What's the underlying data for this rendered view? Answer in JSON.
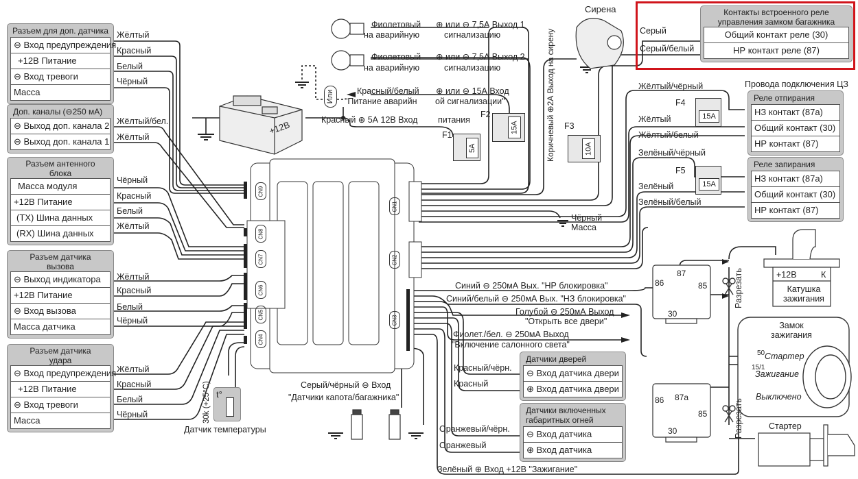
{
  "left_boxes": {
    "extra_sensor": {
      "title": "Разъем для доп. датчика",
      "rows": [
        "⊖ Вход предупреждения",
        "+12В Питание",
        "⊖ Вход тревоги",
        "Масса"
      ],
      "wires": [
        "Жёлтый",
        "Красный",
        "Белый",
        "Чёрный"
      ]
    },
    "extra_channels": {
      "title": "Доп. каналы (⊖250 мА)",
      "rows": [
        "⊖ Выход доп. канала 2",
        "⊖ Выход доп. канала 1"
      ],
      "wires": [
        "Жёлтый/бел.",
        "Жёлтый"
      ]
    },
    "antenna": {
      "title": "Разъем антенного блока",
      "rows": [
        "Масса модуля",
        "+12В Питание",
        "(TX) Шина данных",
        "(RX) Шина данных"
      ],
      "wires": [
        "Чёрный",
        "Красный",
        "Белый",
        "Жёлтый"
      ]
    },
    "call_sensor": {
      "title": "Разъем датчика вызова",
      "rows": [
        "⊖ Выход индикатора",
        "+12В Питание",
        "⊖ Вход вызова",
        "Масса датчика"
      ],
      "wires": [
        "Жёлтый",
        "Красный",
        "Белый",
        "Чёрный"
      ]
    },
    "shock_sensor": {
      "title": "Разъем датчика удара",
      "rows": [
        "⊖ Вход предупреждения",
        "+12В Питание",
        "⊖ Вход тревоги",
        "Масса"
      ],
      "wires": [
        "Жёлтый",
        "Красный",
        "Белый",
        "Чёрный"
      ]
    }
  },
  "temp_sensor": {
    "label": "Датчик температуры",
    "value": "30k (+25°C)",
    "symbol": "t°"
  },
  "top": {
    "hazard1": {
      "wire": "Фиолетовый",
      "wire2": "на аварийную",
      "desc": "⊕ или ⊖ 7,5А Выход 1",
      "desc2": "сигнализацию"
    },
    "hazard2": {
      "wire": "Фиолетовый",
      "wire2": "на аварийную",
      "desc": "⊕ или ⊖ 7,5А Выход 2",
      "desc2": "сигнализацию"
    },
    "hazard_input": {
      "wire": "Красный/белый",
      "desc": "⊕ или ⊖ 15А Вход",
      "desc2a": "\"Питание аварийн",
      "desc2b": "ой сигнализации\""
    },
    "power": {
      "wire": "Красный ⊕ 5А 12В Вход",
      "desc": "питания"
    },
    "or_label": "Или",
    "battery": "+12В",
    "siren": "Сирена",
    "siren_wire": "Коричневый ⊕2А Выход на сирену"
  },
  "fuses": {
    "f1": {
      "name": "F1",
      "rating": "5А"
    },
    "f2": {
      "name": "F2",
      "rating": "15А"
    },
    "f3": {
      "name": "F3",
      "rating": "10А"
    },
    "f4": {
      "name": "F4",
      "rating": "15А"
    },
    "f5": {
      "name": "F5",
      "rating": "15А"
    }
  },
  "connectors": [
    "CN9",
    "CN8",
    "CN7",
    "CN6",
    "CN5",
    "CN4",
    "CN1",
    "CN2",
    "CN3"
  ],
  "trunk_relay": {
    "title": "Контакты встроенного реле управления замком багажника",
    "rows": [
      "Общий контакт реле (30)",
      "НР контакт реле (87)"
    ],
    "wires": [
      "Серый",
      "Серый/белый"
    ]
  },
  "central_lock": {
    "label": "Провода подключения ЦЗ",
    "unlock": {
      "title": "Реле отпирания",
      "rows": [
        "НЗ контакт (87а)",
        "Общий контакт (30)",
        "НР контакт (87)"
      ],
      "wires": [
        "Жёлтый/чёрный",
        "Жёлтый",
        "Жёлтый/белый"
      ]
    },
    "lock": {
      "title": "Реле запирания",
      "rows": [
        "НЗ контакт (87а)",
        "Общий контакт (30)",
        "НР контакт (87)"
      ],
      "wires": [
        "Зелёный/чёрный",
        "Зелёный",
        "Зелёный/белый"
      ]
    }
  },
  "ground": {
    "wire": "Чёрный",
    "label": "Масса"
  },
  "outputs": {
    "no_block": "Синий ⊖ 250мА Вых. \"НР блокировка\"",
    "nc_block": "Синий/белый ⊖ 250мА Вых. \"НЗ блокировка\"",
    "unlock_all": "Голубой ⊖ 250мА Выход",
    "unlock_all2": "\"Открыть все двери\"",
    "courtesy": "Фиолет./бел. ⊖ 250мА Выход",
    "courtesy2": "\"Включение салонного света\""
  },
  "door_sensors": {
    "title": "Датчики дверей",
    "rows": [
      "⊖ Вход датчика двери",
      "⊕ Вход датчика двери"
    ],
    "wires": [
      "Красный/чёрн.",
      "Красный"
    ]
  },
  "parking_lights": {
    "title": "Датчики включенных габаритных огней",
    "rows": [
      "⊖ Вход датчика",
      "⊕ Вход датчика"
    ],
    "wires": [
      "Оранжевый/чёрн.",
      "Оранжевый"
    ]
  },
  "hood_trunk": {
    "line1": "Серый/чёрный ⊖ Вход",
    "line2": "\"Датчики капота/багажника\""
  },
  "ignition": "Зелёный ⊕ Вход +12В \"Зажигание\"",
  "relay1": {
    "pins": [
      "86",
      "87",
      "85",
      "30"
    ]
  },
  "relay2": {
    "pins": [
      "86",
      "87а",
      "85",
      "30"
    ]
  },
  "cut_label": "Разрезать",
  "coil": {
    "plus": "+12В",
    "k": "К",
    "name": "Катушка зажигания"
  },
  "ign_lock": {
    "title": "Замок зажигания",
    "pin50": "50",
    "pin15": "15/1",
    "starter": "Стартер",
    "ignition": "Зажигание",
    "off": "Выключено"
  },
  "starter": "Стартер"
}
